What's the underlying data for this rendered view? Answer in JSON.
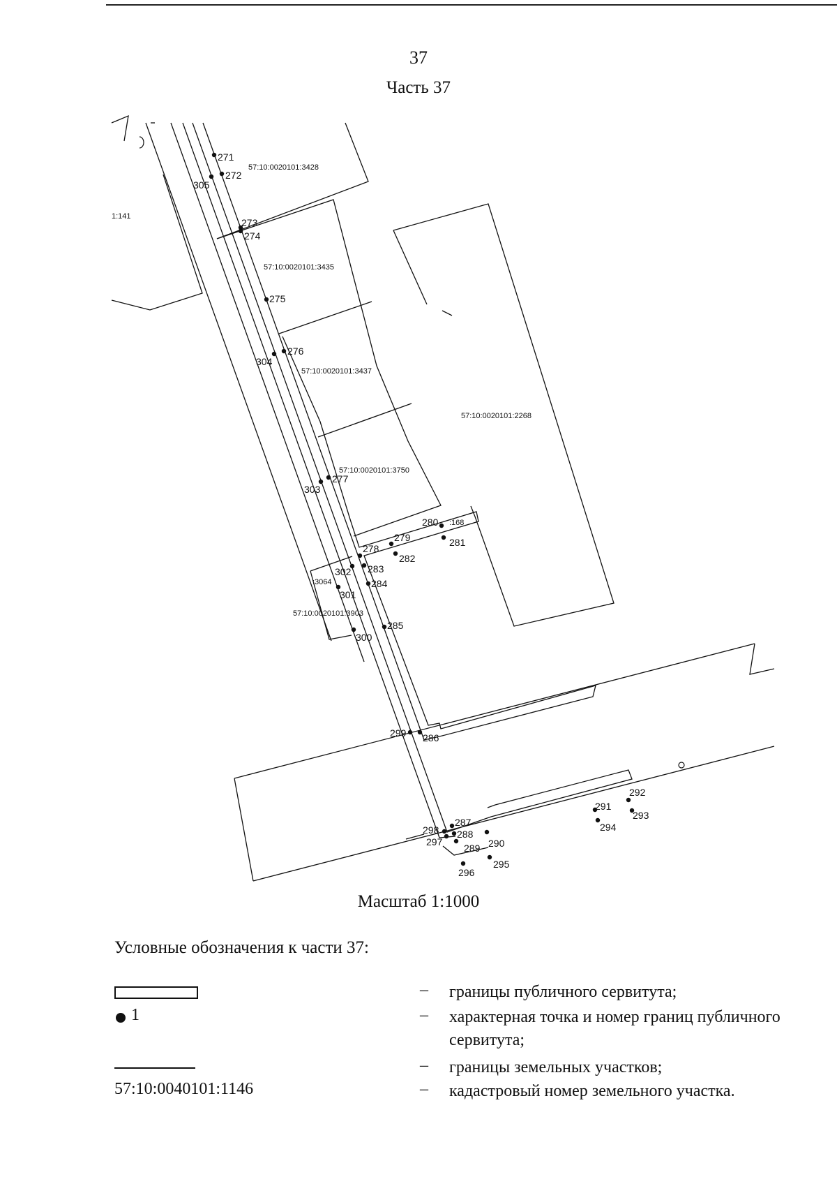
{
  "page": {
    "number": "37",
    "title": "Часть 37"
  },
  "map": {
    "parcels": {
      "p3428": "57:10:0020101:3428",
      "p3435": "57:10:0020101:3435",
      "p3437": "57:10:0020101:3437",
      "p2268": "57:10:0020101:2268",
      "p3750": "57:10:0020101:3750",
      "p168": ":168",
      "p3064": ":3064",
      "p3903": "57:10:0020101:3903",
      "p141": "1:141"
    },
    "points": [
      "271",
      "272",
      "273",
      "274",
      "275",
      "276",
      "277",
      "278",
      "279",
      "280",
      "281",
      "282",
      "283",
      "284",
      "285",
      "286",
      "287",
      "288",
      "289",
      "290",
      "291",
      "292",
      "293",
      "294",
      "295",
      "296",
      "297",
      "298",
      "299",
      "300",
      "301",
      "302",
      "303",
      "304",
      "305"
    ],
    "scale": "Масштаб 1:1000"
  },
  "legend": {
    "title": "Условные обозначения к части 37:",
    "dash": "–",
    "point_symbol_number": "1",
    "items": [
      {
        "symbol": "rectangle",
        "description": "границы публичного сервитута;"
      },
      {
        "symbol": "point",
        "description": "характерная точка и номер границ публичного сервитута;"
      },
      {
        "symbol": "line",
        "description": "границы земельных участков;"
      },
      {
        "symbol": "57:10:0040101:1146",
        "description": "кадастровый номер земельного участка."
      }
    ]
  }
}
